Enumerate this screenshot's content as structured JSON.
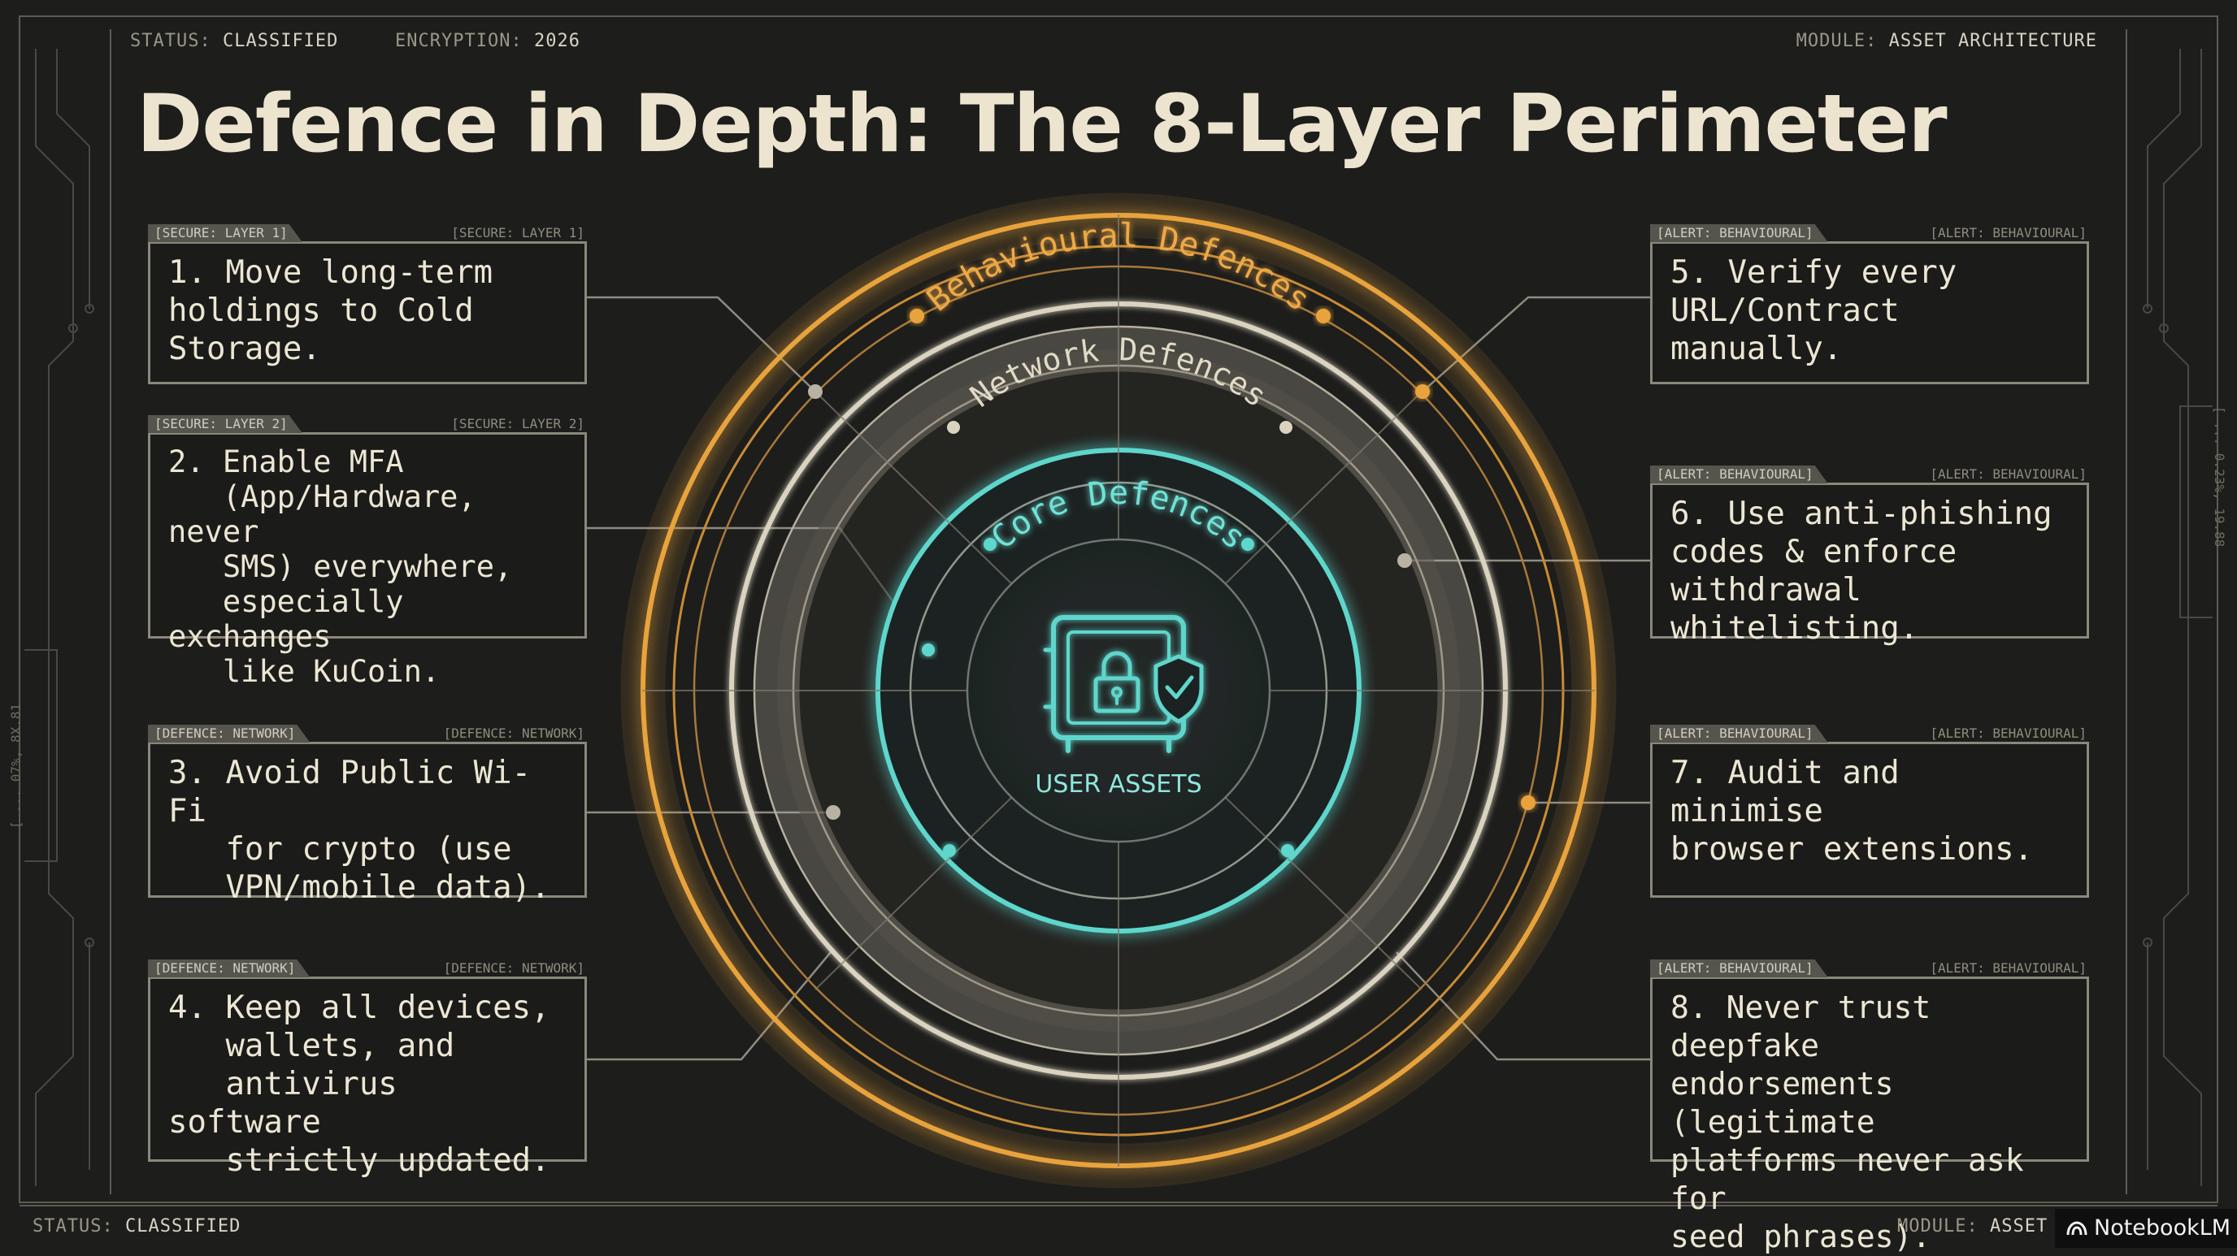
{
  "header": {
    "status_label": "STATUS:",
    "status_value": "CLASSIFIED",
    "encryption_label": "ENCRYPTION:",
    "encryption_value": "2026",
    "module_label": "MODULE:",
    "module_value": "ASSET ARCHITECTURE"
  },
  "title": "Defence in Depth: The 8-Layer Perimeter",
  "rings": {
    "behavioural": "Behavioural Defences",
    "network": "Network Defences",
    "core": "Core Defences",
    "center": "USER ASSETS"
  },
  "colors": {
    "behavioural": "#e8a33c",
    "network": "#d9d3bf",
    "core": "#5fd6cc"
  },
  "center_icon": "vault-lock-shield-icon",
  "cards": [
    {
      "tag": "[SECURE: LAYER 1]",
      "text": "1. Move long-term\nholdings to Cold\nStorage."
    },
    {
      "tag": "[SECURE: LAYER 2]",
      "text": "2. Enable MFA\n   (App/Hardware, never\n   SMS) everywhere,\n   especially exchanges\n   like KuCoin."
    },
    {
      "tag": "[DEFENCE: NETWORK]",
      "text": "3. Avoid Public Wi-Fi\n   for crypto (use\n   VPN/mobile data)."
    },
    {
      "tag": "[DEFENCE: NETWORK]",
      "text": "4. Keep all devices,\n   wallets, and\n   antivirus software\n   strictly updated."
    },
    {
      "tag": "[ALERT: BEHAVIOURAL]",
      "text": "5. Verify every\nURL/Contract manually."
    },
    {
      "tag": "[ALERT: BEHAVIOURAL]",
      "text": "6. Use anti-phishing\ncodes & enforce\nwithdrawal whitelisting."
    },
    {
      "tag": "[ALERT: BEHAVIOURAL]",
      "text": "7. Audit and minimise\nbrowser extensions."
    },
    {
      "tag": "[ALERT: BEHAVIOURAL]",
      "text": "8. Never trust deepfake\nendorsements (legitimate\nplatforms never ask for\nseed phrases)."
    }
  ],
  "footer": {
    "status_label": "STATUS:",
    "status_value": "CLASSIFIED",
    "module_label": "MODULE:",
    "module_value": "ASSET"
  },
  "badge": "NotebookLM",
  "side_codes": {
    "left": "[ ... 07%, 8X.81",
    "right": "[ ... 0.23%, 19.88"
  }
}
